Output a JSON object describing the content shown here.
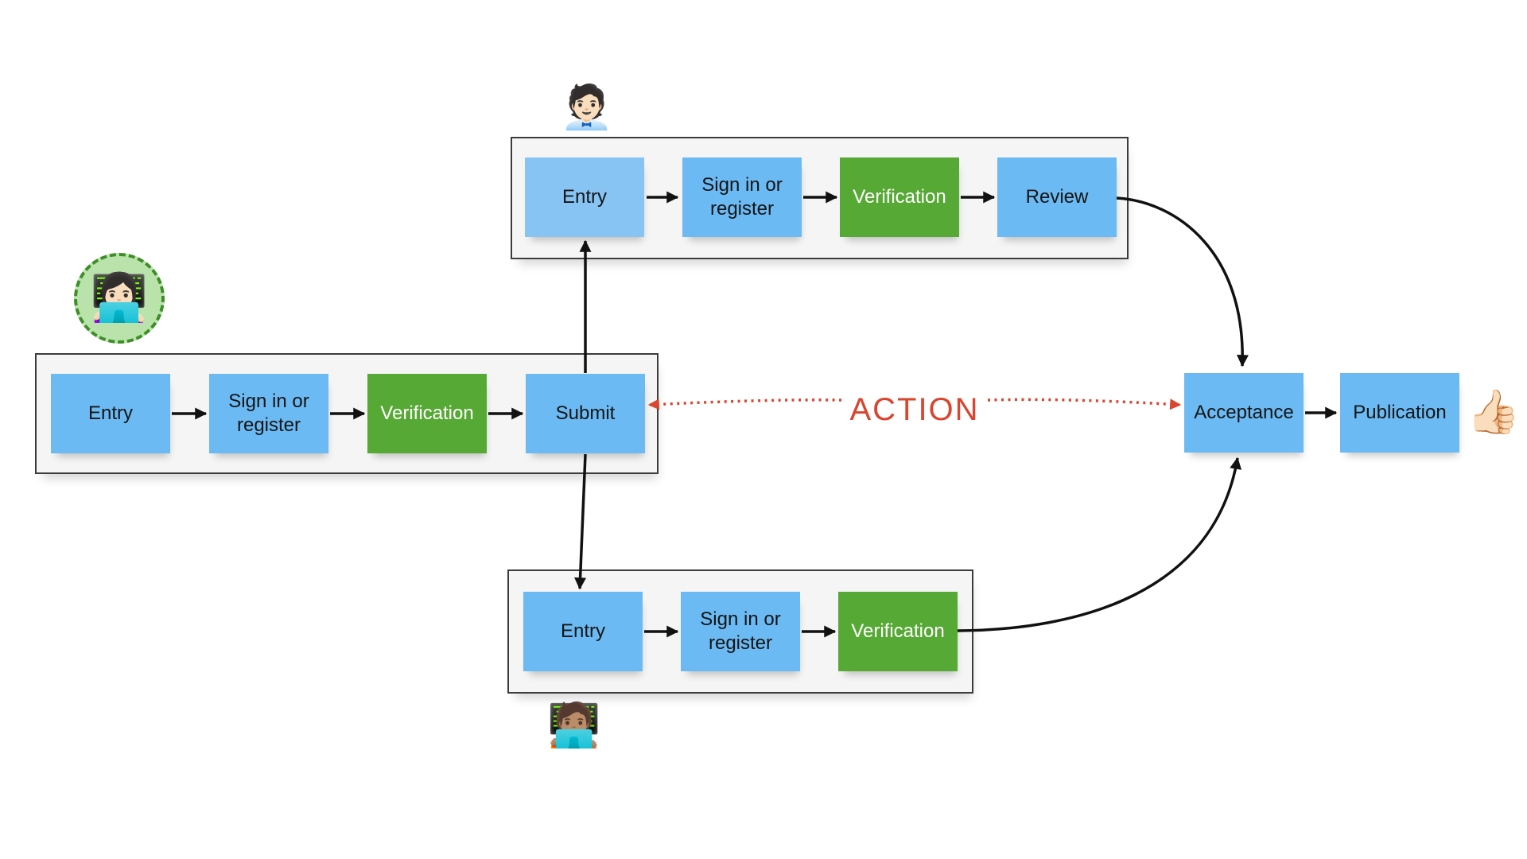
{
  "diagram": {
    "title_hint": "submission workflow flowchart",
    "colors": {
      "node_blue": "#6cbaf3",
      "node_blue_light": "#87c4f4",
      "node_green": "#57a935",
      "lane_background": "#f5f5f5",
      "lane_border": "#3c3c3c",
      "arrow_black": "#111111",
      "action_red": "#d9452f",
      "avatar_circle_fill": "#b9e3ab",
      "avatar_circle_border": "#3e8e28"
    },
    "lanes": {
      "top": {
        "actor_emoji": "🧑🏻‍💼",
        "actor_name": "office-worker",
        "boxes": [
          {
            "label": "Entry"
          },
          {
            "label": "Sign in or register"
          },
          {
            "label": "Verification"
          },
          {
            "label": "Review"
          }
        ]
      },
      "middle": {
        "actor_emoji": "👩🏻‍💻",
        "actor_name": "woman-technologist",
        "boxes": [
          {
            "label": "Entry"
          },
          {
            "label": "Sign in or register"
          },
          {
            "label": "Verification"
          },
          {
            "label": "Submit"
          }
        ]
      },
      "bottom": {
        "actor_emoji": "🧑🏽‍💻",
        "actor_name": "technologist",
        "boxes": [
          {
            "label": "Entry"
          },
          {
            "label": "Sign in or register"
          },
          {
            "label": "Verification"
          }
        ]
      }
    },
    "outcome": {
      "acceptance_label": "Acceptance",
      "publication_label": "Publication",
      "thumbs_up_emoji": "👍🏻"
    },
    "action_label": "ACTION"
  }
}
